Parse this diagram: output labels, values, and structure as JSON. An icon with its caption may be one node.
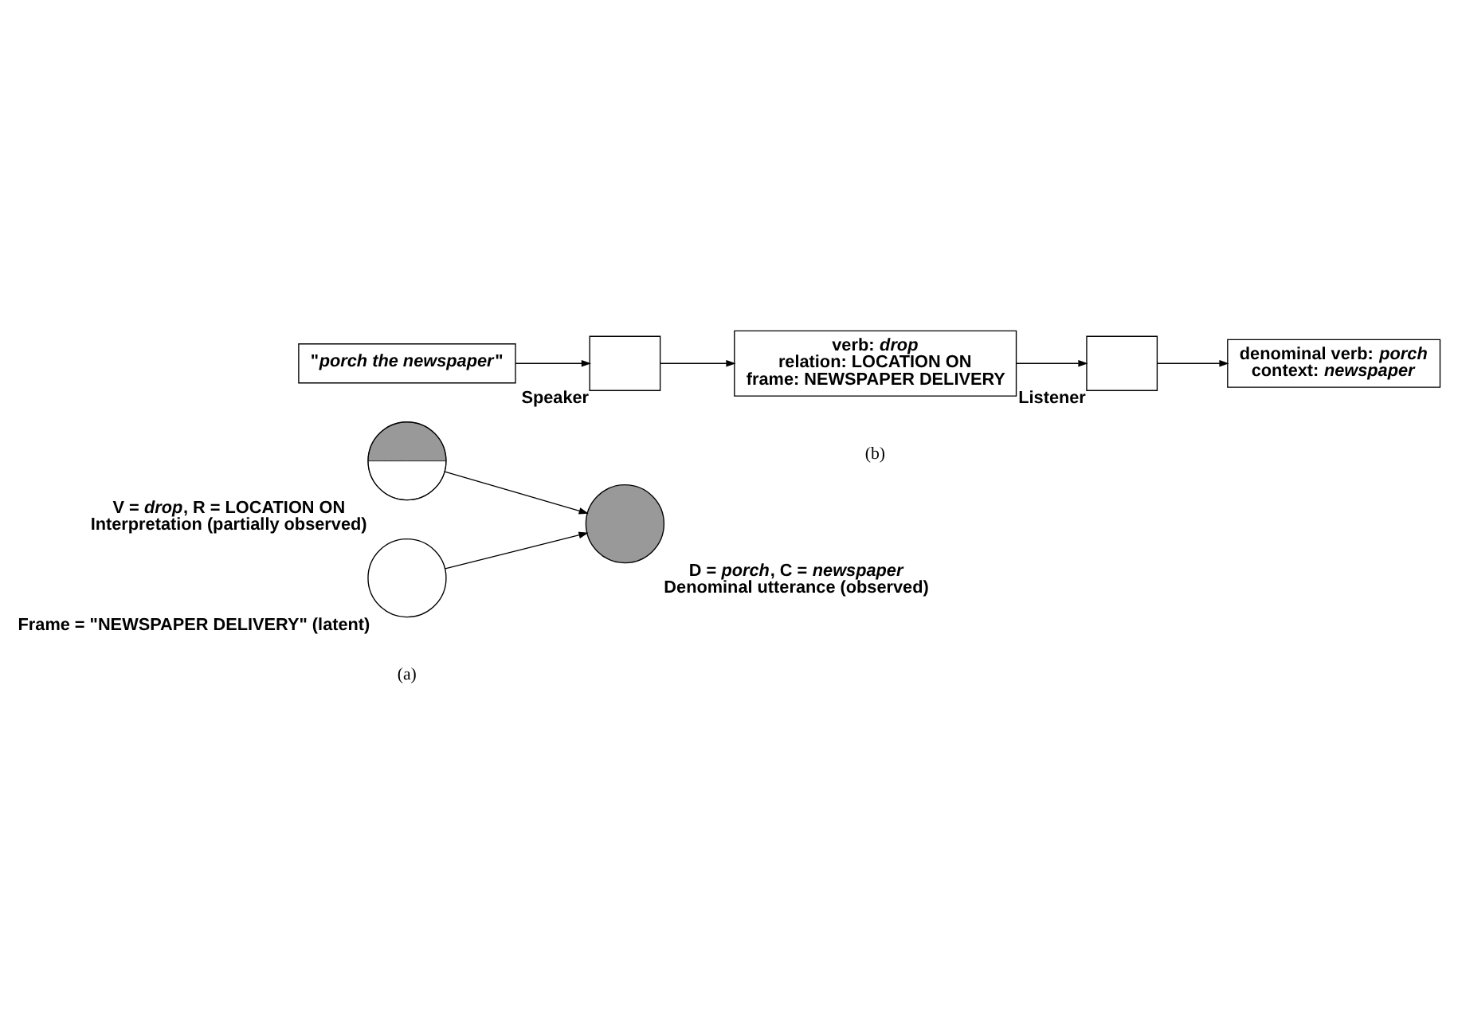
{
  "diagram": {
    "nodes": [
      {
        "text": [],
        "shape": "circle",
        "beside": [
          "V = *drop*, R = LOCATION ON",
          "Interpretation (partially observed)"
        ]
      },
      {
        "text": [],
        "shape": "circle",
        "beside": [
          "Frame = \"NEWSPAPER DELIVERY\" (latent)"
        ]
      },
      {
        "text": [],
        "shape": "circle",
        "beside": [
          "D = *porch*, C = *newspaper*",
          "Denominal utterance (observed)"
        ]
      },
      {
        "text": [
          "\"*porch the newspaper*\""
        ]
      },
      {
        "text": [],
        "shape": "trapezoid",
        "beside": [
          "Speaker"
        ]
      },
      {
        "text": [
          "verb: *drop*",
          "relation: LOCATION ON",
          "frame: NEWSPAPER DELIVERY"
        ]
      },
      {
        "text": [],
        "shape": "trapezoid",
        "beside": [
          "Listener"
        ]
      },
      {
        "text": [
          "denominal verb: *porch*",
          "context: *newspaper*"
        ]
      }
    ],
    "edges": [
      {
        "from": 0,
        "to": 2,
        "arrow": "to"
      },
      {
        "from": 1,
        "to": 2,
        "arrow": "to"
      },
      {
        "from": 3,
        "to": 4,
        "arrow": "to"
      },
      {
        "from": 4,
        "to": 5,
        "arrow": "to"
      },
      {
        "from": 5,
        "to": 6,
        "arrow": "to"
      },
      {
        "from": 6,
        "to": 7,
        "arrow": "to"
      }
    ],
    "labels": [
      "(a)",
      "(b)"
    ]
  }
}
